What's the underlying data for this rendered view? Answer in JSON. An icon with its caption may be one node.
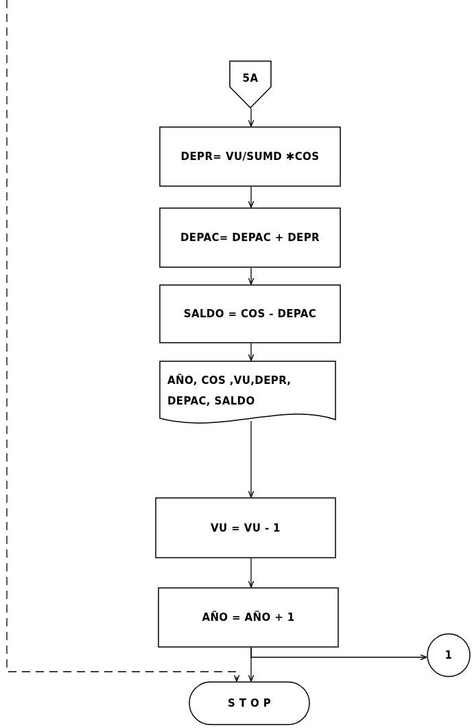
{
  "diagram": {
    "nodes": [
      {
        "text": [
          "5A"
        ]
      },
      {
        "text": [
          "DEPR= VU/SUMD ✱COS"
        ]
      },
      {
        "text": [
          "DEPAC= DEPAC + DEPR"
        ]
      },
      {
        "text": [
          "SALDO = COS - DEPAC"
        ]
      },
      {
        "text": [
          "AÑO, COS ,VU,DEPR, DEPAC, SALDO"
        ]
      },
      {
        "text": [
          "VU = VU -  1"
        ]
      },
      {
        "text": [
          "AÑO = AÑO + 1"
        ]
      },
      {
        "text": [
          "1"
        ]
      },
      {
        "text": [
          "S T O P"
        ]
      }
    ],
    "edges": [
      {
        "from": 0,
        "to": 1,
        "arrow": "to"
      },
      {
        "from": 1,
        "to": 2,
        "arrow": "to"
      },
      {
        "from": 2,
        "to": 3,
        "arrow": "to"
      },
      {
        "from": 3,
        "to": 4,
        "arrow": "to"
      },
      {
        "from": 4,
        "to": 5,
        "arrow": "to"
      },
      {
        "from": 5,
        "to": 6,
        "arrow": "to"
      },
      {
        "from": 6,
        "to": 7,
        "arrow": "to"
      },
      {
        "from": 6,
        "to": 8,
        "arrow": "to"
      },
      {
        "from": null,
        "to": 8,
        "arrow": "to",
        "style": "dashed"
      }
    ]
  }
}
